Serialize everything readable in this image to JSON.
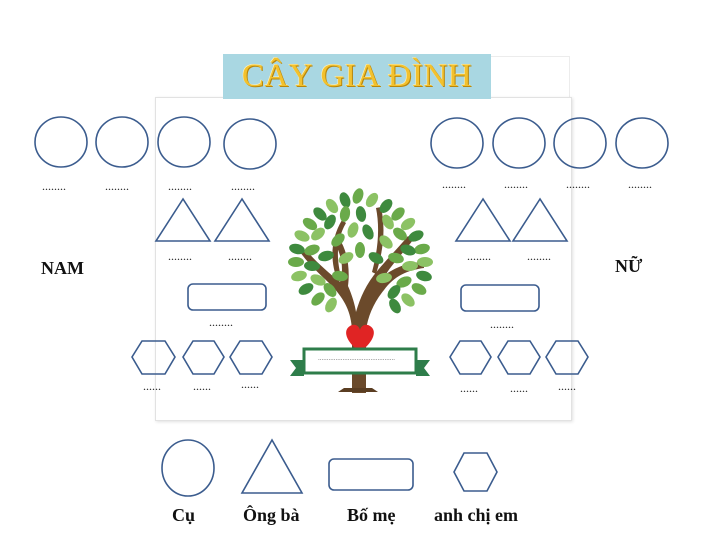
{
  "title": "CÂY GIA ĐÌNH",
  "side_left": "NAM",
  "side_right": "NỮ",
  "placeholder_dots": {
    "circle": "........",
    "triangle": "........",
    "rect": "........",
    "hexagon": "......",
    "banner": "............................................"
  },
  "legend": {
    "circle": "Cụ",
    "triangle": "Ông bà",
    "rect": "Bố mẹ",
    "hexagon": "anh chị em"
  },
  "colors": {
    "shape_stroke": "#3b5c8e",
    "title_bg": "#a9d7e2",
    "title_text": "#f2c12e",
    "heart": "#e02424",
    "banner": "#2e7d4a",
    "trunk": "#6b4a2b"
  }
}
